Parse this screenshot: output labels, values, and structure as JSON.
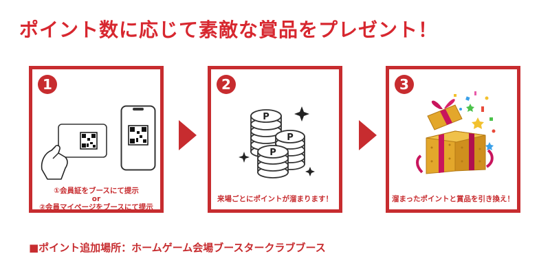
{
  "title": "ポイント数に応じて素敵な賞品をプレゼント！",
  "steps": [
    {
      "number": "1",
      "caption_lines": [
        "①会員証をブースにて提示",
        "or",
        "②会員マイページをブースにて提示"
      ]
    },
    {
      "number": "2",
      "caption_lines": [
        "来場ごとにポイントが溜まります！"
      ]
    },
    {
      "number": "3",
      "caption_lines": [
        "溜まったポイントと賞品を引き換え！"
      ]
    }
  ],
  "coin_letter": "P",
  "footer": "■ポイント追加場所：ホームゲーム会場ブースタークラブブース",
  "colors": {
    "accent": "#c72c2f",
    "title_red": "#d7272f",
    "gold": "#e3a72b",
    "ribbon": "#c8155c"
  }
}
